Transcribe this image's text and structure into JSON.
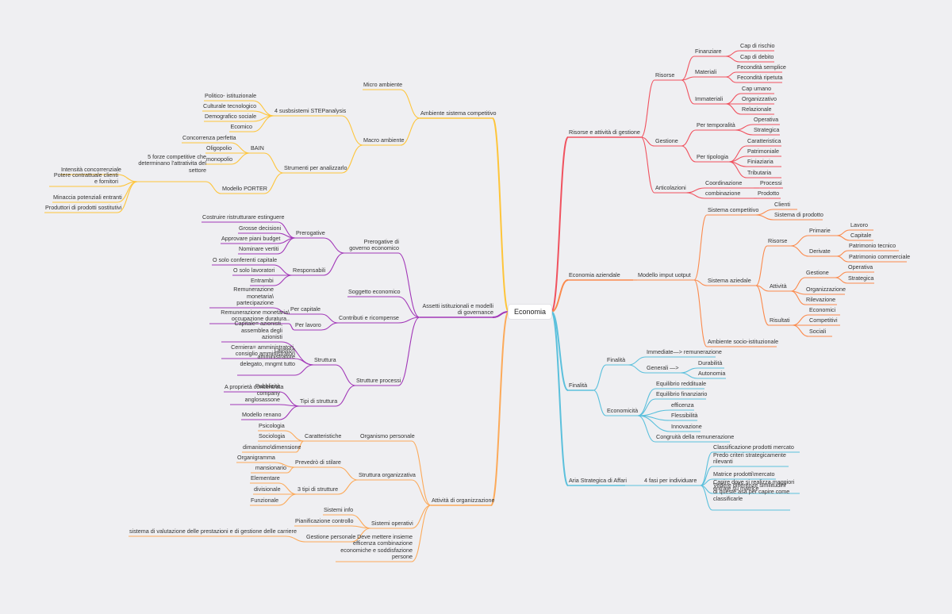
{
  "root": "Economia",
  "colors": {
    "red": "#f0525f",
    "orange": "#fb8a4c",
    "teal": "#5bc0dc",
    "yellow": "#fec53a",
    "purple": "#a238b8",
    "peach": "#fcaa5a",
    "background": "#efeff2"
  },
  "nodes": [
    {
      "id": "risorse_attivita",
      "text": "Risorse e attività di gestione"
    },
    {
      "id": "r_risorse",
      "text": "Risorse"
    },
    {
      "id": "r_finanziare",
      "text": "Finanziare"
    },
    {
      "id": "r_cap_rischio",
      "text": "Cap di rischio"
    },
    {
      "id": "r_cap_debito",
      "text": "Cap di debito"
    },
    {
      "id": "r_materiali",
      "text": "Materiali"
    },
    {
      "id": "r_fec_semplice",
      "text": "Fecondità semplice"
    },
    {
      "id": "r_fec_ripetuta",
      "text": "Fecondità ripetuta"
    },
    {
      "id": "r_immateriali",
      "text": "Immateriali"
    },
    {
      "id": "r_cap_umano",
      "text": "Cap umano"
    },
    {
      "id": "r_organizzativo",
      "text": "Organizzativo"
    },
    {
      "id": "r_relazionale",
      "text": "Relazionale"
    },
    {
      "id": "r_gestione",
      "text": "Gestione"
    },
    {
      "id": "r_per_temporalita",
      "text": "Per temporalità"
    },
    {
      "id": "r_operativa",
      "text": "Operativa"
    },
    {
      "id": "r_strategica",
      "text": "Strategica"
    },
    {
      "id": "r_per_tipologia",
      "text": "Per tipologia"
    },
    {
      "id": "r_caratteristica",
      "text": "Caratteristica"
    },
    {
      "id": "r_patrimoniale",
      "text": "Patrimoniale"
    },
    {
      "id": "r_finiaziaria",
      "text": "Finiaziaria"
    },
    {
      "id": "r_tributaria",
      "text": "Tributaria"
    },
    {
      "id": "r_articolazioni",
      "text": "Articolazioni"
    },
    {
      "id": "r_coordinazione",
      "text": "Coordinazione"
    },
    {
      "id": "r_processi",
      "text": "Processi"
    },
    {
      "id": "r_combinazione",
      "text": "combinazione"
    },
    {
      "id": "r_prodotto",
      "text": "Prodotto"
    },
    {
      "id": "economia_aziendale",
      "text": "Economia aziendale"
    },
    {
      "id": "o_modello",
      "text": "Modello imput uotput"
    },
    {
      "id": "o_sist_competitivo",
      "text": "Sistema competitivo"
    },
    {
      "id": "o_clienti",
      "text": "Clienti"
    },
    {
      "id": "o_sist_prodotto",
      "text": "Sistema di prodotto"
    },
    {
      "id": "o_sist_aziedale",
      "text": "Sistema aziedale"
    },
    {
      "id": "o_risorse",
      "text": "Risorse"
    },
    {
      "id": "o_primarie",
      "text": "Primarie"
    },
    {
      "id": "o_lavoro",
      "text": "Lavoro"
    },
    {
      "id": "o_capitale",
      "text": "Capitale"
    },
    {
      "id": "o_derivate",
      "text": "Derivate"
    },
    {
      "id": "o_patr_tecnico",
      "text": "Patrimonio tecnico"
    },
    {
      "id": "o_patr_commerciale",
      "text": "Patrimonio commerciale"
    },
    {
      "id": "o_attivita",
      "text": "Attività"
    },
    {
      "id": "o_gestione",
      "text": "Gestione"
    },
    {
      "id": "o_operativa",
      "text": "Operativa"
    },
    {
      "id": "o_strategica",
      "text": "Strategica"
    },
    {
      "id": "o_organizzazione",
      "text": "Organizzazione"
    },
    {
      "id": "o_rilevazione",
      "text": "Rilevazione"
    },
    {
      "id": "o_risultati",
      "text": "Risultati"
    },
    {
      "id": "o_economici",
      "text": "Economici"
    },
    {
      "id": "o_competitivi",
      "text": "Competitivi"
    },
    {
      "id": "o_sociali",
      "text": "Sociali"
    },
    {
      "id": "o_ambiente",
      "text": "Ambiente socio-istituzionale"
    },
    {
      "id": "finalita",
      "text": "Finalità"
    },
    {
      "id": "t_finalita",
      "text": "Finalità"
    },
    {
      "id": "t_immediate",
      "text": "Immediate—> remunerazione"
    },
    {
      "id": "t_generali",
      "text": "Generali —>"
    },
    {
      "id": "t_durabilita",
      "text": "Durabilità"
    },
    {
      "id": "t_autonomia",
      "text": "Autonomia"
    },
    {
      "id": "t_economicita",
      "text": "Economicità"
    },
    {
      "id": "t_eq_reddituale",
      "text": "Equilibrio reddituale"
    },
    {
      "id": "t_eq_finanziario",
      "text": "Equilibrio finanziario"
    },
    {
      "id": "t_efficenza",
      "text": "efficenza"
    },
    {
      "id": "t_flessibilita",
      "text": "Flessibilità"
    },
    {
      "id": "t_innovazione",
      "text": "Innovazione"
    },
    {
      "id": "t_congruita",
      "text": "Congruità della remunerazione"
    },
    {
      "id": "aria_strategica",
      "text": "Aria Strategica di Affari"
    },
    {
      "id": "a_fasi",
      "text": "4 fasi per individuare"
    },
    {
      "id": "a_classificazione",
      "text": "Classificazione prodotti mercato"
    },
    {
      "id": "a_prevedo",
      "text": "Predo criteri strategicamente rilevanti"
    },
    {
      "id": "a_matrice",
      "text": "Matrice prodotti\\mercato"
    },
    {
      "id": "a_capire",
      "text": "Capire dove si realizza maggiori entrate su matrice"
    },
    {
      "id": "a_vedere",
      "text": "Vedere differenze similitudini di queste asa per capire come classificarle"
    },
    {
      "id": "ambiente_competitivo",
      "text": "Ambiente sistema competitivo"
    },
    {
      "id": "y_micro",
      "text": "Micro ambiente"
    },
    {
      "id": "y_macro",
      "text": "Macro ambiente"
    },
    {
      "id": "y_step",
      "text": "4 susbsistemi STEPanalysis"
    },
    {
      "id": "y_politico",
      "text": "Politico- istituzionale"
    },
    {
      "id": "y_culturale",
      "text": "Culturale tecnologico"
    },
    {
      "id": "y_demografico",
      "text": "Demografico sociale"
    },
    {
      "id": "y_ecomico",
      "text": "Ecomico"
    },
    {
      "id": "y_strumenti",
      "text": "Strumenti per analizzarlo"
    },
    {
      "id": "y_bain",
      "text": "BAIN"
    },
    {
      "id": "y_concorrenza",
      "text": "Concorrenza perfetta"
    },
    {
      "id": "y_oligopolio",
      "text": "Oligopolio"
    },
    {
      "id": "y_monopolio",
      "text": "monopolio"
    },
    {
      "id": "y_porter",
      "text": "Modello PORTER"
    },
    {
      "id": "y_5forze",
      "text": "5 forze competitive che determinano l'attrativita del settore"
    },
    {
      "id": "y_intensita",
      "text": "Intensità concorrenziale"
    },
    {
      "id": "y_potere",
      "text": "Potere contrattuale clienti e fornitori"
    },
    {
      "id": "y_minaccia",
      "text": "Minaccia potenziali entranti"
    },
    {
      "id": "y_produttori",
      "text": "Produttori di prodotti sostitutivi"
    },
    {
      "id": "assetti",
      "text": "Assetti istituzionali e modelli di governance"
    },
    {
      "id": "p_prerogative_gov",
      "text": "Prerogative di governo economico"
    },
    {
      "id": "p_prerogative",
      "text": "Prerogative"
    },
    {
      "id": "p_costruire",
      "text": "Costruire ristrutturare estinguere"
    },
    {
      "id": "p_grosse",
      "text": "Grosse decisioni"
    },
    {
      "id": "p_approvare",
      "text": "Approvare piani budget"
    },
    {
      "id": "p_nominare",
      "text": "Nominare vertiti"
    },
    {
      "id": "p_responsabili",
      "text": "Responsabili"
    },
    {
      "id": "p_solo_conf",
      "text": "O solo conferenti capitale"
    },
    {
      "id": "p_solo_lav",
      "text": "O solo lavoratori"
    },
    {
      "id": "p_entrambi",
      "text": "Entrambi"
    },
    {
      "id": "p_soggetto",
      "text": "Soggetto economico"
    },
    {
      "id": "p_contributi",
      "text": "Contributi e ricompense"
    },
    {
      "id": "p_per_capitale",
      "text": "Per capitale"
    },
    {
      "id": "p_rem_partecipazione",
      "text": "Remunerazione monetaria\\ partecipazione"
    },
    {
      "id": "p_per_lavoro",
      "text": "Per lavoro"
    },
    {
      "id": "p_rem_occupazione",
      "text": "Remunerazione monetaria\\ occupazione duratura.."
    },
    {
      "id": "p_strutture_processi",
      "text": "Strutture processi"
    },
    {
      "id": "p_struttura",
      "text": "Struttura"
    },
    {
      "id": "p_capitale_az",
      "text": "Capitale= azionisti, assemblea degli azionisti"
    },
    {
      "id": "p_cerniera",
      "text": "Cerniera= amministratori, consiglio amministratori"
    },
    {
      "id": "p_lavoro_amm",
      "text": "Lavoro= amministratore delegato, mngmt tutto"
    },
    {
      "id": "p_tipi",
      "text": "Tipi di struttura"
    },
    {
      "id": "p_proprieta",
      "text": "A proprietà concentrata"
    },
    {
      "id": "p_pubblicita",
      "text": "Pubblicità company anglosassone"
    },
    {
      "id": "p_renano",
      "text": "Modello renano"
    },
    {
      "id": "attivita_org",
      "text": "Attività di organizzazione"
    },
    {
      "id": "q_organismo",
      "text": "Organismo personale"
    },
    {
      "id": "q_caratteristiche",
      "text": "Caratteristiche"
    },
    {
      "id": "q_psicologia",
      "text": "Psicologia"
    },
    {
      "id": "q_sociologia",
      "text": "Sociologia"
    },
    {
      "id": "q_dimanismo",
      "text": "dimanismo\\dimensione"
    },
    {
      "id": "q_struttura_org",
      "text": "Struttura organizzativa"
    },
    {
      "id": "q_prevedro",
      "text": "Prevedrò di stilare"
    },
    {
      "id": "q_organigramma",
      "text": "Organigramma"
    },
    {
      "id": "q_mansionario",
      "text": "mansionario"
    },
    {
      "id": "q_3tipi",
      "text": "3 tipi di strutture"
    },
    {
      "id": "q_elementare",
      "text": "Elementare"
    },
    {
      "id": "q_divisionale",
      "text": "divisionale"
    },
    {
      "id": "q_funzionale",
      "text": "Funzionale"
    },
    {
      "id": "q_sistemi_op",
      "text": "Sistemi operativi"
    },
    {
      "id": "q_sistemi_info",
      "text": "Sistemi info"
    },
    {
      "id": "q_pianificazione",
      "text": "Pianificazione controllo"
    },
    {
      "id": "q_gestione_pers",
      "text": "Gestione personale"
    },
    {
      "id": "q_sistema_val",
      "text": "sistema di valutazione delle prestazioni e di gestione delle carriere"
    },
    {
      "id": "q_deve",
      "text": "Deve mettere insieme efficenza combinazione economiche e soddisfazione  persone"
    }
  ]
}
